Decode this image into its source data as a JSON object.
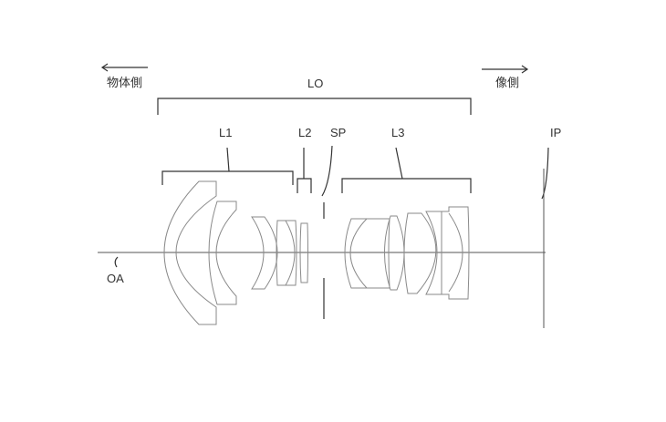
{
  "directions": {
    "object_side": "物体側",
    "image_side": "像側"
  },
  "labels": {
    "optical_system": "LO",
    "first_group": "L1",
    "second_group": "L2",
    "aperture_stop": "SP",
    "third_group": "L3",
    "image_plane": "IP",
    "optical_axis": "OA"
  },
  "colors": {
    "line": "#333333",
    "lens": "#8a8a8a",
    "background": "#ffffff"
  }
}
